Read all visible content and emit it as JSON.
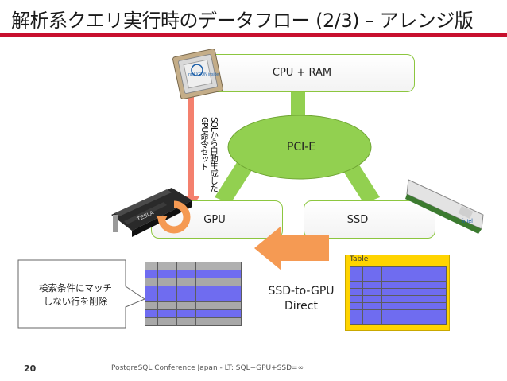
{
  "title": "解析系クエリ実行時のデータフロー (2/3) – アレンジ版",
  "colors": {
    "accent_red": "#c8102e",
    "link_green": "#92d050",
    "box_border": "#8cc63f",
    "bubble": "#92d050",
    "arrow_orange": "#f59a53",
    "sql_arrow": "#f4806e",
    "row_blue": "#6f6cf0",
    "row_gray": "#a8a8a8",
    "table_bg": "#ffd400"
  },
  "diagram": {
    "cpu_label": "CPU + RAM",
    "pcie_label": "PCI-E",
    "gpu_label": "GPU",
    "ssd_label": "SSD",
    "sql_label_col1": "SQLから自動生成した",
    "sql_label_col2": "GPU命令セット",
    "ssd_to_gpu_line1": "SSD-to-GPU",
    "ssd_to_gpu_line2": "Direct",
    "callout_line1": "検索条件にマッチ",
    "callout_line2": "しない行を削除",
    "table_caption": "Table",
    "cpu_chip_text": "intel XEON inside",
    "gpu_card_text": "TESLA",
    "ssd_card_text": "intel"
  },
  "footer": {
    "page_number": "20",
    "text": "PostgreSQL Conference Japan - LT: SQL+GPU+SSD=∞"
  }
}
